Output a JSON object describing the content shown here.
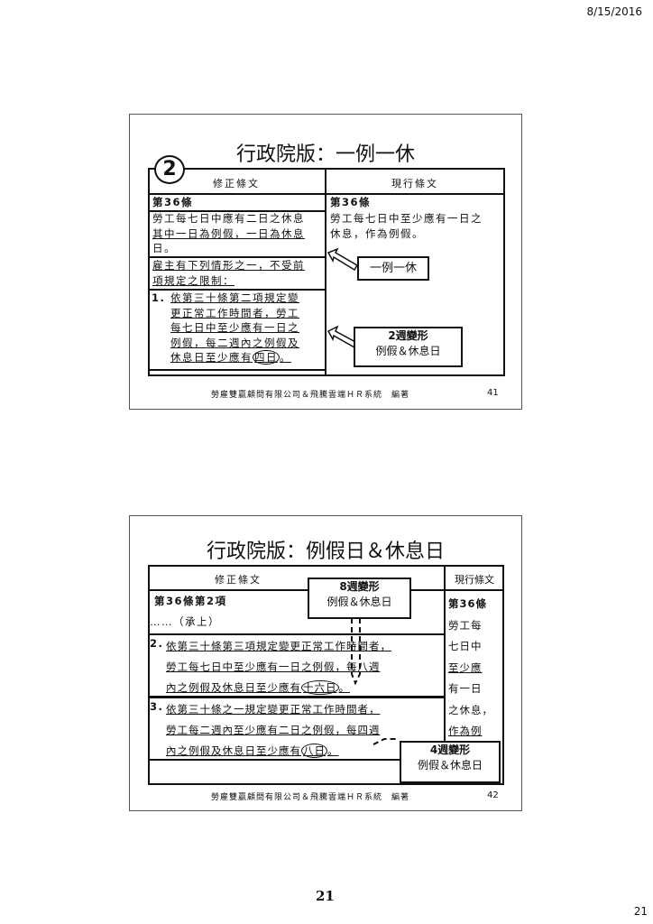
{
  "page": {
    "date": "8/15/2016",
    "center_page": "21",
    "corner_page": "21"
  },
  "slide1": {
    "title": "行政院版：一例一休",
    "badge": "2",
    "col_new": "修正條文",
    "col_old": "現行條文",
    "art_new": "第36條",
    "art_old": "第36條",
    "new_p1": [
      "勞工每七日中應有二日之休息",
      "其中一日為例假，一日為休息",
      "日。"
    ],
    "new_p2": [
      "雇主有下列情形之一，不受前",
      "項規定之限制："
    ],
    "new_item_no": "1.",
    "new_item": [
      "依第三十條第二項規定變",
      "更正常工作時間者，勞工",
      "每七日中至少應有一日之",
      "例假，每二週內之例假及",
      "休息日至少應有",
      "四日",
      "。"
    ],
    "old_p": [
      "勞工每七日中至少應有一日之",
      "休息，作為例假。"
    ],
    "callout1": "一例一休",
    "callout2": [
      "2週變形",
      "例假＆休息日"
    ],
    "footer": "勞雇雙贏顧問有限公司＆飛騰雲端ＨＲ系統　編著",
    "page_no": "41"
  },
  "slide2": {
    "title": "行政院版：例假日＆休息日",
    "col_new": "修正條文",
    "col_old": "現行條文",
    "art_new": "第36條第2項",
    "cont": "……（承上）",
    "item2_no": "2.",
    "item2": [
      "依第三十條第三項規定變更正常工作時間者，",
      "勞工每七日中至少應有一日之例假，每八週",
      "內之例假及休息日至少應有",
      "十六日",
      "。"
    ],
    "item3_no": "3.",
    "item3": [
      "依第三十條之一規定變更正常工作時間者，",
      "勞工每二週內至少應有二日之例假，每四週",
      "內之例假及休息日至少應有",
      "八日",
      "。"
    ],
    "old": [
      "第36條",
      "勞工每",
      "七日中",
      "至少應",
      "有一日",
      "之休息，",
      "作為例"
    ],
    "callout8": [
      "8週變形",
      "例假＆休息日"
    ],
    "callout4": [
      "4週變形",
      "例假＆休息日"
    ],
    "footer": "勞雇雙贏顧問有限公司＆飛騰雲端ＨＲ系統　編著",
    "page_no": "42"
  }
}
